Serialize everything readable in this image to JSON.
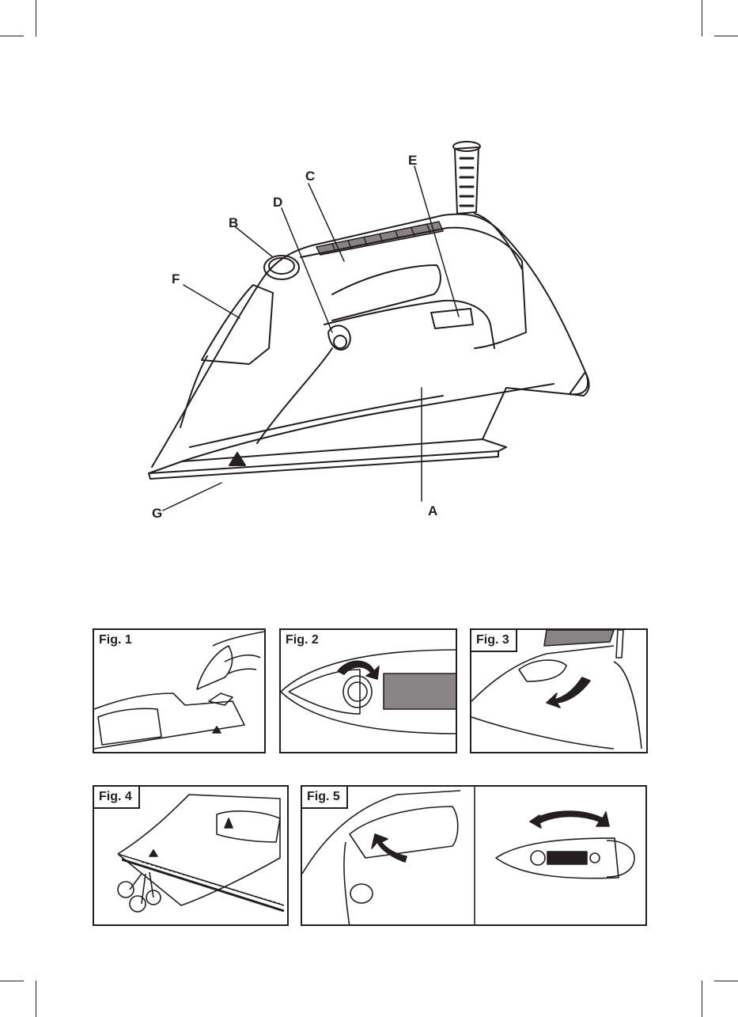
{
  "callouts": {
    "a": "A",
    "b": "B",
    "c": "C",
    "d": "D",
    "e": "E",
    "f": "F",
    "g": "G"
  },
  "figures": {
    "fig1": "Fig. 1",
    "fig2": "Fig. 2",
    "fig3": "Fig. 3",
    "fig4": "Fig. 4",
    "fig5": "Fig. 5"
  },
  "colors": {
    "ink": "#231f20",
    "paper": "#ffffff"
  }
}
